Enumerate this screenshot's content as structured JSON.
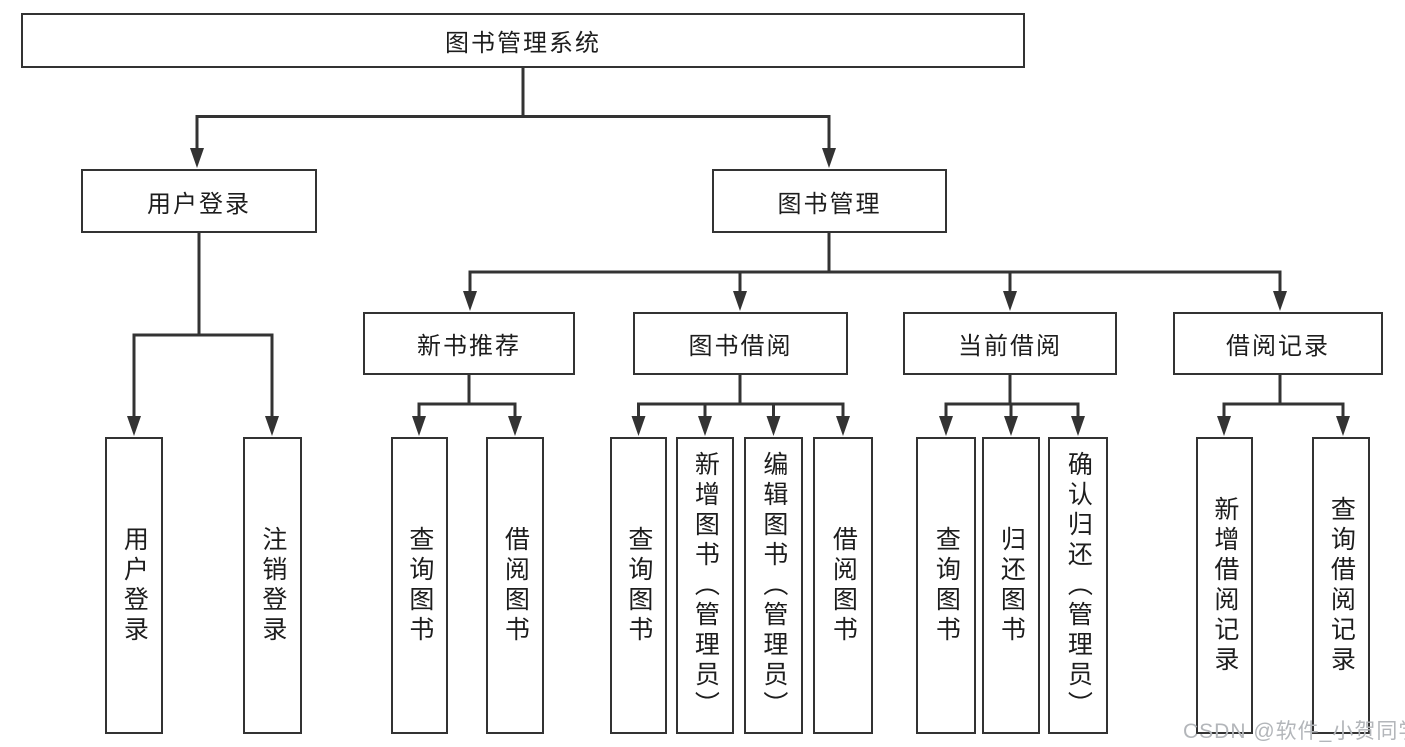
{
  "diagram": {
    "root": {
      "label": "图书管理系统"
    },
    "branches": [
      {
        "label": "用户登录",
        "children": [
          {
            "label": "用户登录"
          },
          {
            "label": "注销登录"
          }
        ]
      },
      {
        "label": "图书管理",
        "children": [
          {
            "label": "新书推荐",
            "children": [
              {
                "label": "查询图书"
              },
              {
                "label": "借阅图书"
              }
            ]
          },
          {
            "label": "图书借阅",
            "children": [
              {
                "label": "查询图书"
              },
              {
                "label": "新增图书（管理员）"
              },
              {
                "label": "编辑图书（管理员）"
              },
              {
                "label": "借阅图书"
              }
            ]
          },
          {
            "label": "当前借阅",
            "children": [
              {
                "label": "查询图书"
              },
              {
                "label": "归还图书"
              },
              {
                "label": "确认归还（管理员）"
              }
            ]
          },
          {
            "label": "借阅记录",
            "children": [
              {
                "label": "新增借阅记录"
              },
              {
                "label": "查询借阅记录"
              }
            ]
          }
        ]
      }
    ]
  },
  "watermark": {
    "text": "CSDN @软件_小贺同学"
  },
  "colors": {
    "line": "#333333",
    "text": "#1d1d1d",
    "watermark": "#b3b6ba",
    "background": "#ffffff"
  }
}
